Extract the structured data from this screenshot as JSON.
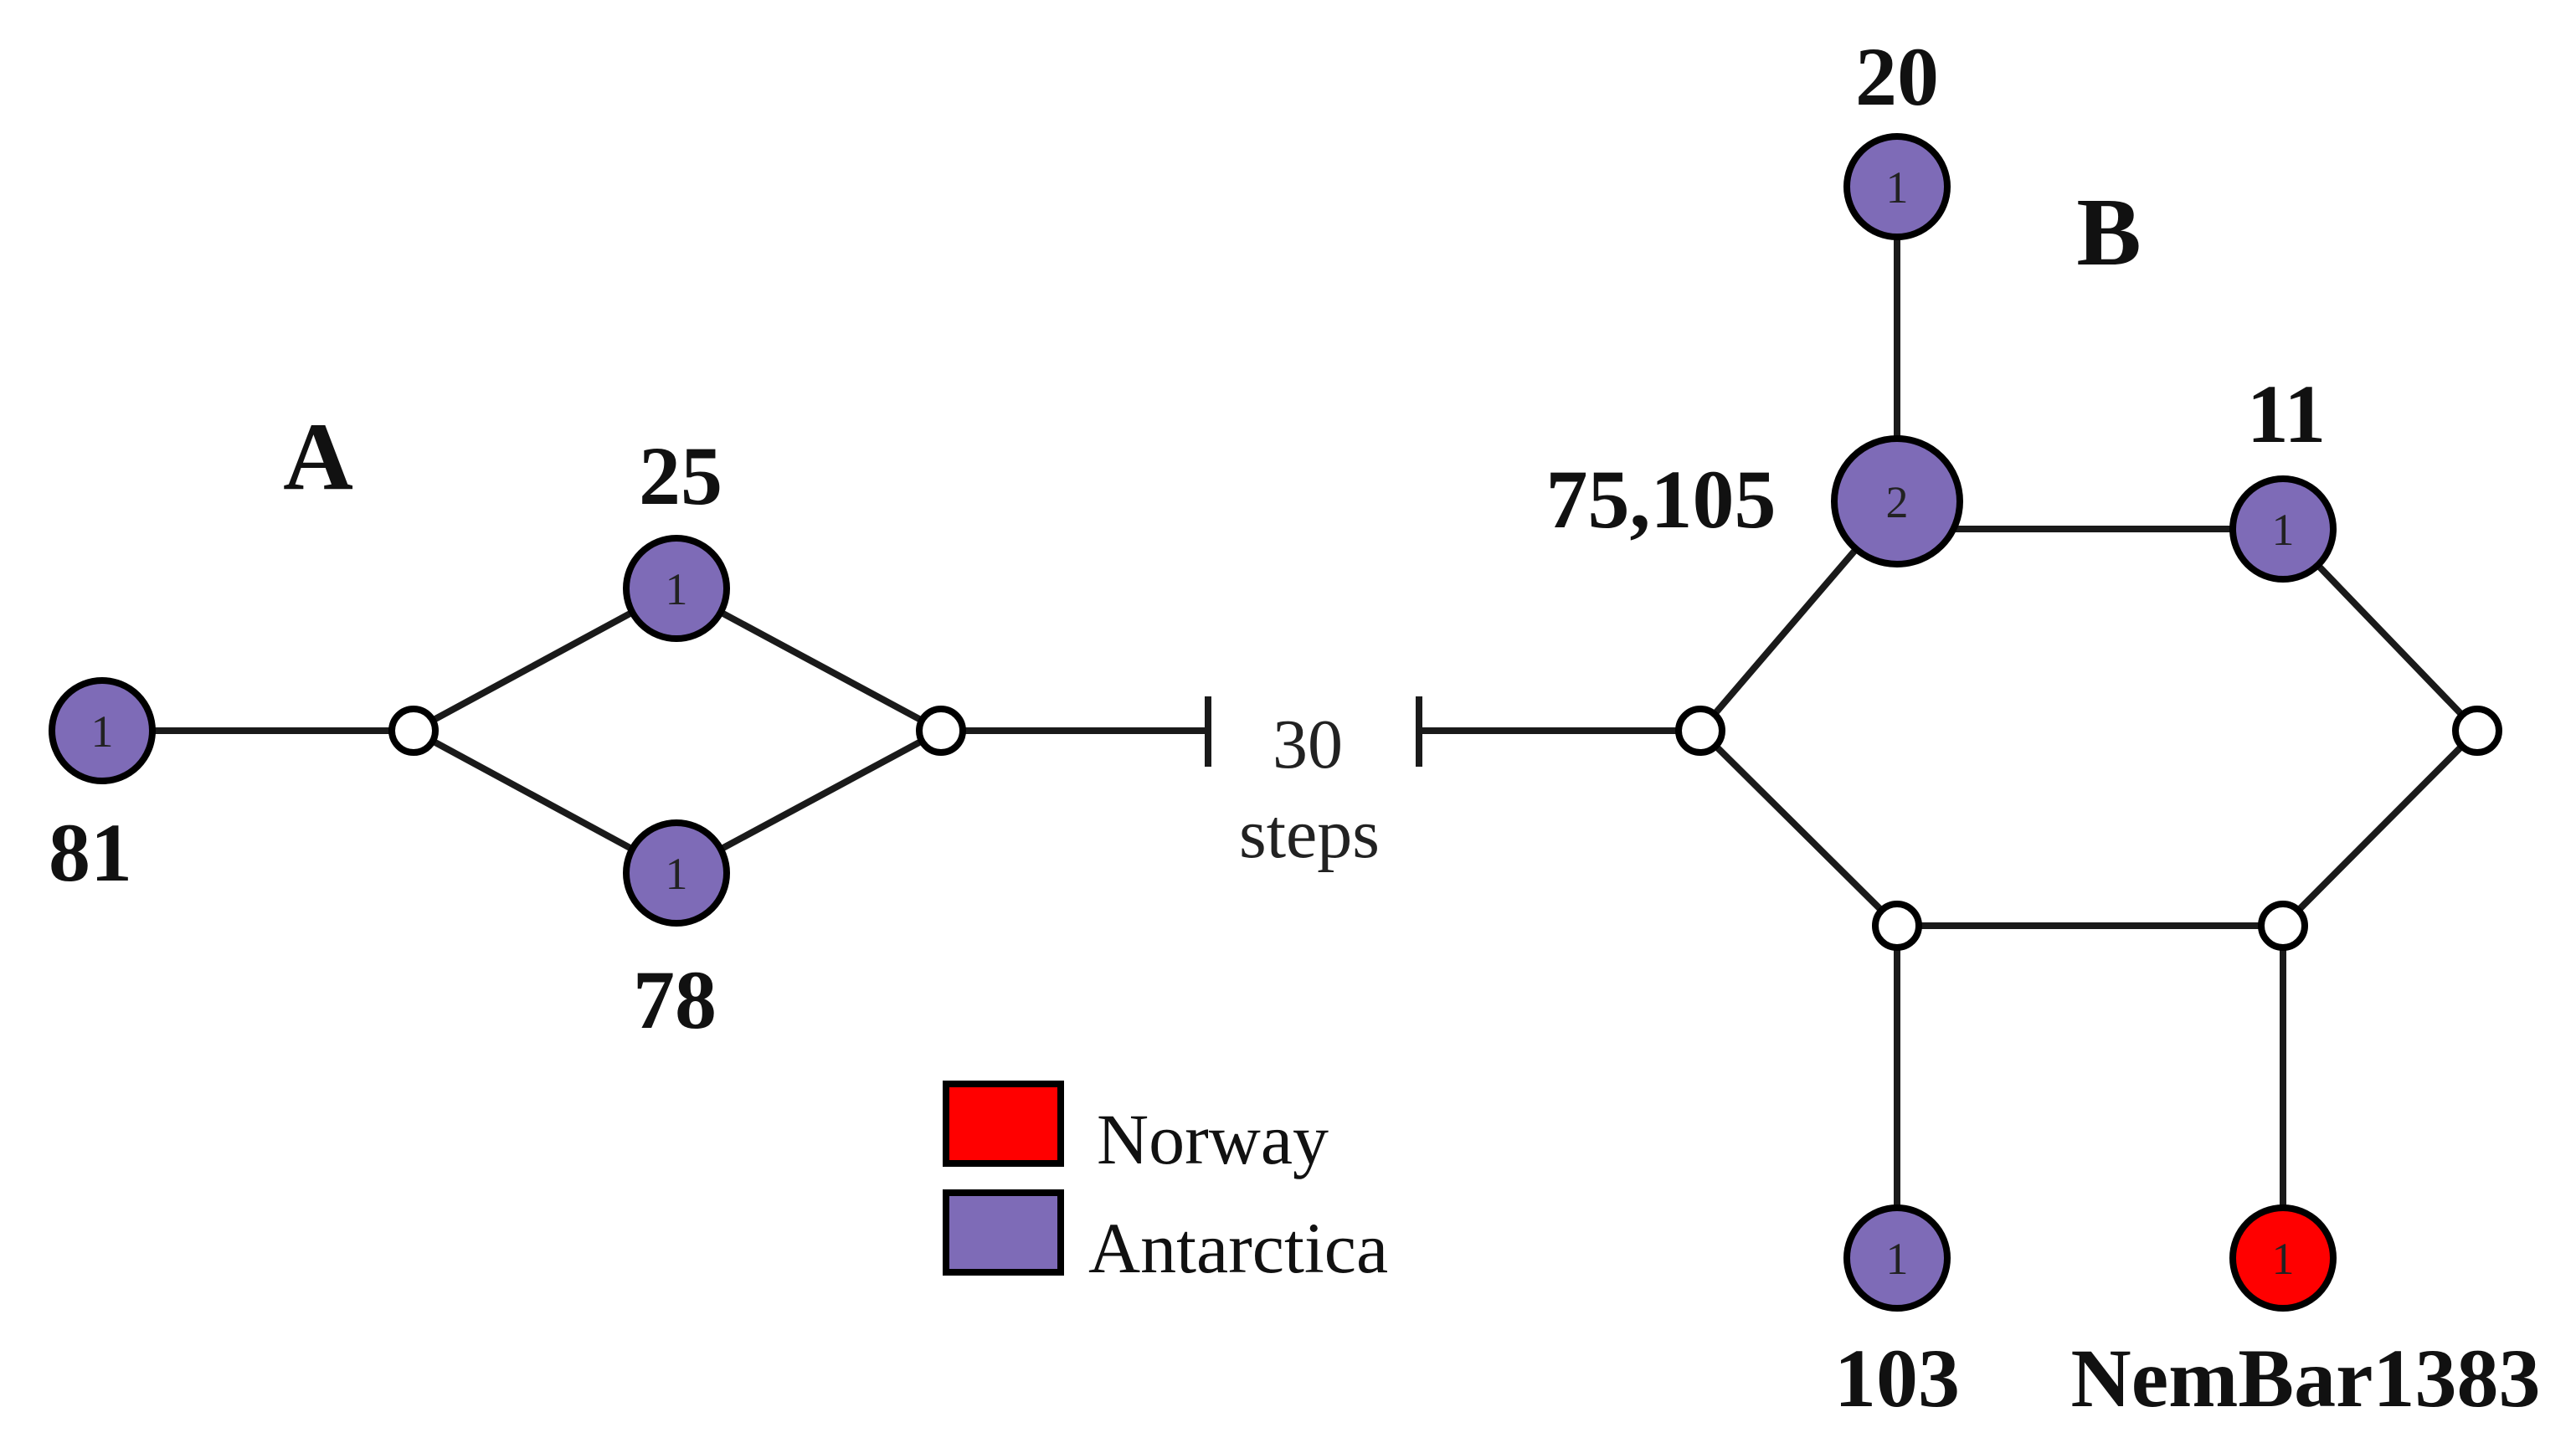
{
  "colors": {
    "Antarctica": "#7e6bb7",
    "Norway": "#ff0000",
    "median": "#ffffff"
  },
  "groups": {
    "a": "A",
    "b": "B"
  },
  "scale": {
    "steps_number": "30",
    "steps_word": "steps"
  },
  "legend": [
    {
      "label": "Norway",
      "region": "Norway"
    },
    {
      "label": "Antarctica",
      "region": "Antarctica"
    }
  ],
  "haplotypes": {
    "h81": {
      "label": "81",
      "count": "1",
      "region": "Antarctica"
    },
    "h25": {
      "label": "25",
      "count": "1",
      "region": "Antarctica"
    },
    "h78": {
      "label": "78",
      "count": "1",
      "region": "Antarctica"
    },
    "h20": {
      "label": "20",
      "count": "1",
      "region": "Antarctica"
    },
    "h75": {
      "label": "75,105",
      "count": "2",
      "region": "Antarctica"
    },
    "h11": {
      "label": "11",
      "count": "1",
      "region": "Antarctica"
    },
    "h103": {
      "label": "103",
      "count": "1",
      "region": "Antarctica"
    },
    "hNem": {
      "label": "NemBar1383",
      "count": "1",
      "region": "Norway"
    }
  }
}
